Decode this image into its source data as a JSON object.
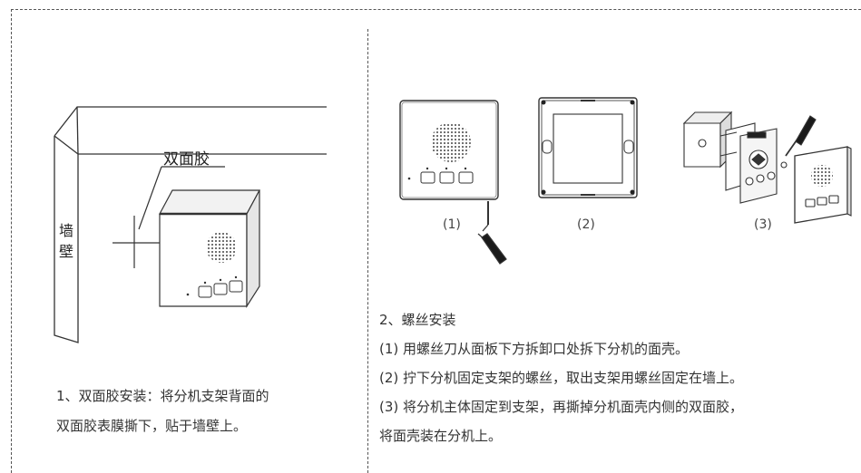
{
  "left_panel": {
    "adhesive_label": "双面胶",
    "wall_char_1": "墙",
    "wall_char_2": "壁",
    "step1_line1": "1、双面胶安装：将分机支架背面的",
    "step1_line2": "双面胶表膜撕下，贴于墙壁上。"
  },
  "right_panel": {
    "captions": [
      "(1)",
      "(2)",
      "(3)"
    ],
    "step2_title": "2、螺丝安装",
    "step2_items": [
      "(1) 用螺丝刀从面板下方拆卸口处拆下分机的面壳。",
      "(2) 拧下分机固定支架的螺丝，取出支架用螺丝固定在墙上。",
      "(3) 将分机主体固定到支架，再撕掉分机面壳内侧的双面胶，",
      "将面壳装在分机上。"
    ]
  }
}
